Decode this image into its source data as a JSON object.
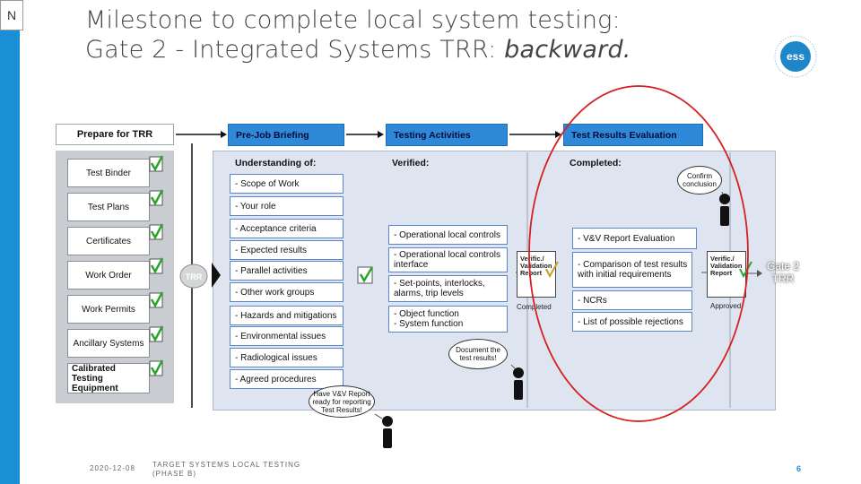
{
  "slide_marker": "N",
  "title": {
    "line1": "Milestone to complete local system testing:",
    "line2_main": "Gate 2 - Integrated Systems TRR: ",
    "line2_italic": "backward."
  },
  "logo_text": "ess",
  "prepare": {
    "header": "Prepare for TRR",
    "items": [
      "Test Binder",
      "Test Plans",
      "Certificates",
      "Work Order",
      "Work Permits",
      "Ancillary Systems",
      "Calibrated Testing Equipment"
    ]
  },
  "trr_label": "TRR",
  "briefing": {
    "header": "Pre-Job Briefing",
    "label": "Understanding of:",
    "items": [
      "- Scope of Work",
      "- Your role",
      "- Acceptance criteria",
      "- Expected results",
      "- Parallel activities",
      "- Other work groups",
      "- Hazards and mitigations",
      "- Environmental issues",
      "- Radiological issues",
      "- Agreed procedures"
    ]
  },
  "testing": {
    "header": "Testing Activities",
    "label": "Verified:",
    "items": [
      "- Operational local controls",
      "- Operational local controls interface",
      "- Set-points, interlocks, alarms, trip levels",
      "- Object function\n- System function"
    ]
  },
  "evaluation": {
    "header": "Test Results Evaluation",
    "label": "Completed:",
    "items": [
      "- V&V Report Evaluation",
      "- Comparison of test results with initial requirements",
      "- NCRs",
      "- List of possible rejections"
    ]
  },
  "docs": {
    "report1": "Verific./ Validation Report",
    "report1_status": "Completed",
    "report2": "Verific./ Validation Report",
    "report2_status": "Approved"
  },
  "bubbles": {
    "confirm": "Confirm conclusion",
    "document": "Document the test results!",
    "review": "Have V&V Report ready for reporting Test Results!"
  },
  "gate_label": "Gate 2 TRR",
  "footer": {
    "date": "2020-12-08",
    "text": "TARGET SYSTEMS LOCAL TESTING (PHASE B)",
    "page": "6"
  },
  "colors": {
    "accent_blue": "#1a8fd6",
    "header_blue": "#2e8ad8",
    "circle_red": "#d42020",
    "check_green": "#2aa52a"
  }
}
